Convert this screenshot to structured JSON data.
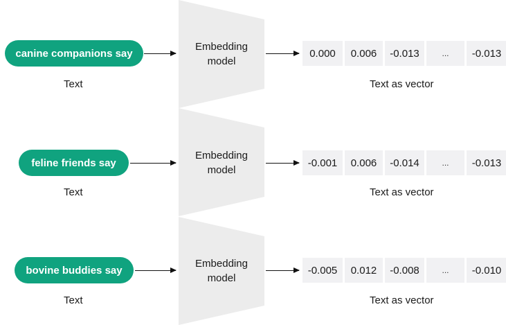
{
  "colors": {
    "pill": "#10a37f",
    "model": "#ececec",
    "cell": "#f1f1f3",
    "arrow": "#111111"
  },
  "rows": [
    {
      "input": "canine companions say",
      "text_caption": "Text",
      "model_label": [
        "Embedding",
        "model"
      ],
      "vector": [
        "0.000",
        "0.006",
        "-0.013",
        "...",
        "-0.013"
      ],
      "vector_caption": "Text as vector"
    },
    {
      "input": "feline friends say",
      "text_caption": "Text",
      "model_label": [
        "Embedding",
        "model"
      ],
      "vector": [
        "-0.001",
        "0.006",
        "-0.014",
        "...",
        "-0.013"
      ],
      "vector_caption": "Text as vector"
    },
    {
      "input": "bovine buddies say",
      "text_caption": "Text",
      "model_label": [
        "Embedding",
        "model"
      ],
      "vector": [
        "-0.005",
        "0.012",
        "-0.008",
        "...",
        "-0.010"
      ],
      "vector_caption": "Text as vector"
    }
  ]
}
